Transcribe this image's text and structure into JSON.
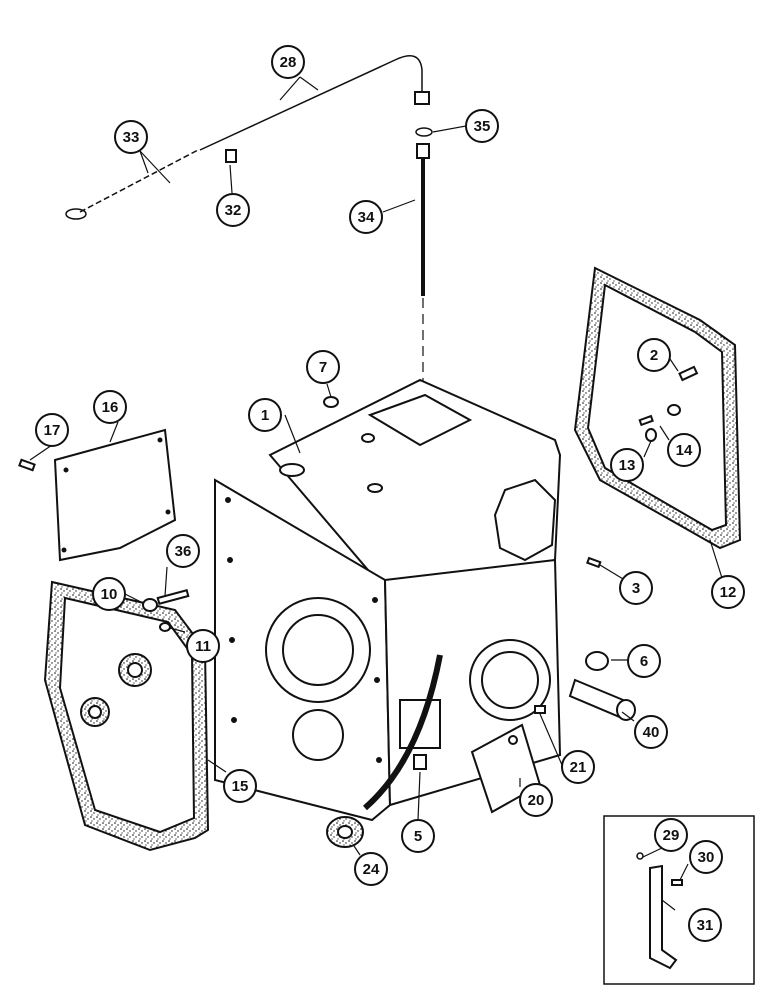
{
  "diagram": {
    "callouts": [
      "1",
      "2",
      "3",
      "5",
      "6",
      "7",
      "10",
      "11",
      "12",
      "13",
      "14",
      "15",
      "16",
      "17",
      "20",
      "21",
      "24",
      "28",
      "29",
      "30",
      "31",
      "32",
      "33",
      "34",
      "35",
      "36",
      "40"
    ]
  }
}
